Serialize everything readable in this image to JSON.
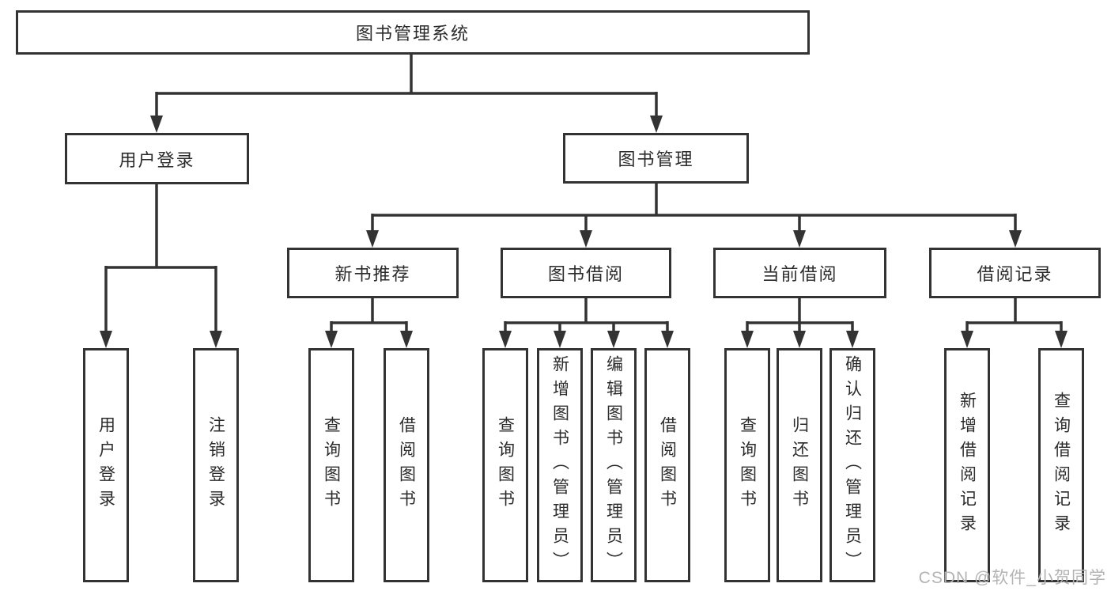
{
  "tree": {
    "root": {
      "label": "图书管理系统",
      "children": [
        {
          "label": "用户登录",
          "children": [
            {
              "label": "用户登录"
            },
            {
              "label": "注销登录"
            }
          ]
        },
        {
          "label": "图书管理",
          "children": [
            {
              "label": "新书推荐",
              "children": [
                {
                  "label": "查询图书"
                },
                {
                  "label": "借阅图书"
                }
              ]
            },
            {
              "label": "图书借阅",
              "children": [
                {
                  "label": "查询图书"
                },
                {
                  "label": "新增图书（管理员）"
                },
                {
                  "label": "编辑图书（管理员）"
                },
                {
                  "label": "借阅图书"
                }
              ]
            },
            {
              "label": "当前借阅",
              "children": [
                {
                  "label": "查询图书"
                },
                {
                  "label": "归还图书"
                },
                {
                  "label": "确认归还（管理员）"
                }
              ]
            },
            {
              "label": "借阅记录",
              "children": [
                {
                  "label": "新增借阅记录"
                },
                {
                  "label": "查询借阅记录"
                }
              ]
            }
          ]
        }
      ]
    }
  },
  "watermark": {
    "text": "CSDN @软件_小贺同学",
    "color": "#b3b3b3"
  },
  "colors": {
    "line": "#333333",
    "box_border": "#333333",
    "text": "#2b2b2b",
    "background": "#ffffff"
  }
}
